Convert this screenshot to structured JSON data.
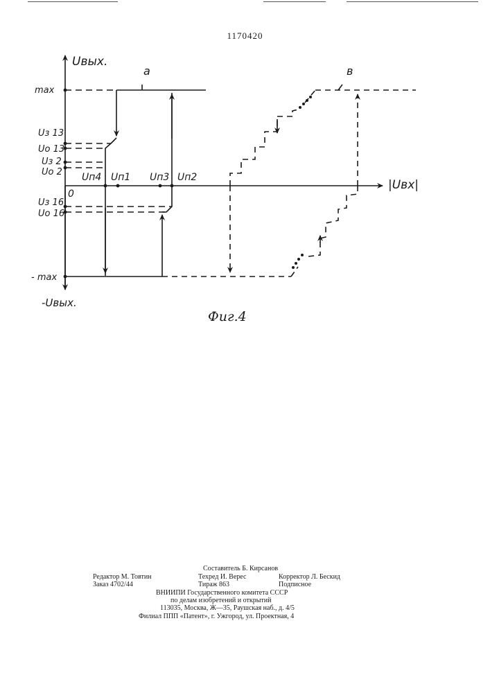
{
  "patent_number": "1170420",
  "figure": {
    "caption": "Фиг.4",
    "axes": {
      "y_positive": "Uвых.",
      "y_negative": "-Uвых.",
      "x": "|Uвх|",
      "origin": "0"
    },
    "y_labels": {
      "max": "max",
      "uz13": "Uз 13",
      "uo13": "Uo 13",
      "uz2": "Uз 2",
      "uo2": "Uo 2",
      "uz16": "Uз 16",
      "uo16": "Uo 16",
      "neg_max": "- max"
    },
    "x_labels": {
      "un4": "Uп4",
      "un1": "Uп1",
      "un3": "Uп3",
      "un2": "Uп2"
    },
    "curve_labels": {
      "a": "а",
      "v": "в"
    }
  },
  "imprint": {
    "compiler": "Составитель Б. Кирсанов",
    "editor": "Редактор М. Товтин",
    "techred": "Техред И. Верес",
    "corrector": "Корректор Л. Бескид",
    "order": "Заказ 4702/44",
    "circulation": "Тираж 863",
    "subscription": "Подписное",
    "org1": "ВНИИПИ Государственного комитета СССР",
    "org2": "по делам изобретений и открытий",
    "address": "113035, Москва, Ж—35, Раушская наб., д. 4/5",
    "branch": "Филиал ППП «Патент», г. Ужгород, ул. Проектная, 4"
  }
}
